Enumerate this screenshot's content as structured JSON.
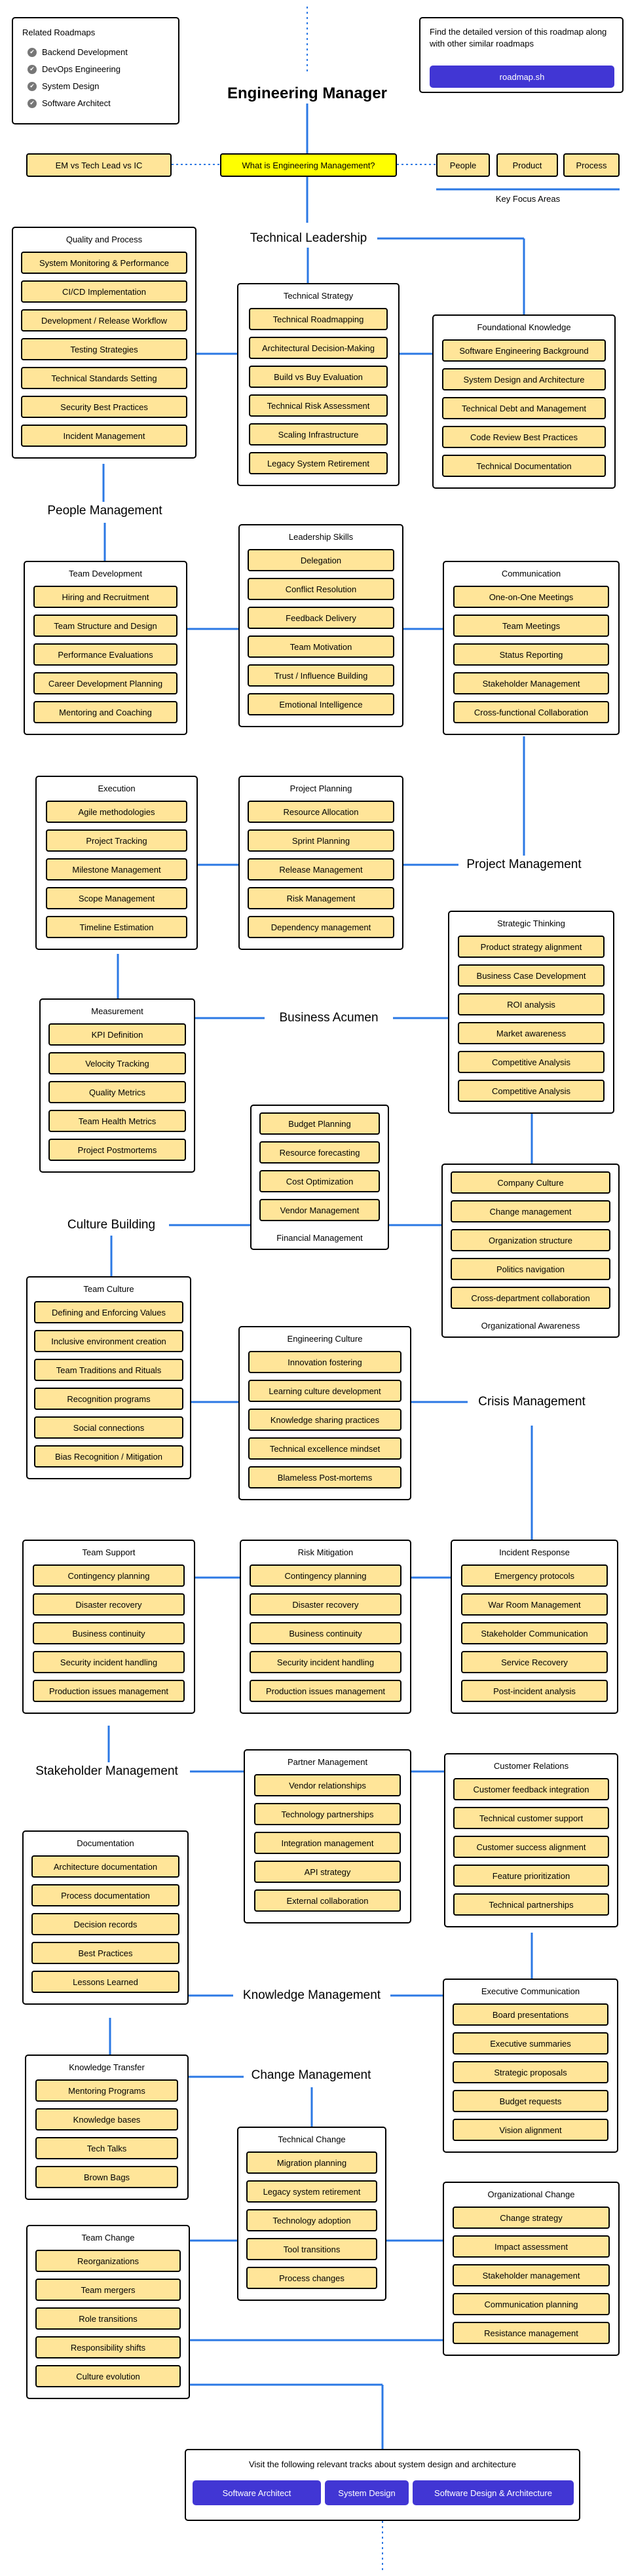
{
  "related_roadmaps": {
    "title": "Related Roadmaps",
    "items": [
      "Backend Development",
      "DevOps Engineering",
      "System Design",
      "Software Architect"
    ]
  },
  "detailed_card": {
    "text": "Find the detailed version of this roadmap along with other similar roadmaps",
    "button": "roadmap.sh"
  },
  "title": "Engineering Manager",
  "ic_topic": "EM vs Tech Lead vs IC",
  "what_topic": "What is Engineering Management?",
  "focus": {
    "items": [
      "People",
      "Product",
      "Process"
    ],
    "label": "Key Focus Areas"
  },
  "topics": {
    "technical_leadership": "Technical Leadership",
    "people_management": "People Management",
    "project_management": "Project Management",
    "business_acumen": "Business Acumen",
    "culture_building": "Culture Building",
    "crisis_management": "Crisis Management",
    "stakeholder_management": "Stakeholder Management",
    "knowledge_management": "Knowledge Management",
    "change_management": "Change Management"
  },
  "groups": {
    "quality_process": {
      "title": "Quality and Process",
      "items": [
        "System Monitoring & Performance",
        "CI/CD Implementation",
        "Development / Release Workflow",
        "Testing Strategies",
        "Technical Standards Setting",
        "Security Best Practices",
        "Incident Management"
      ]
    },
    "technical_strategy": {
      "title": "Technical Strategy",
      "items": [
        "Technical Roadmapping",
        "Architectural Decision-Making",
        "Build vs Buy Evaluation",
        "Technical Risk Assessment",
        "Scaling Infrastructure",
        "Legacy System Retirement"
      ]
    },
    "foundational_knowledge": {
      "title": "Foundational Knowledge",
      "items": [
        "Software Engineering Background",
        "System Design and Architecture",
        "Technical Debt and Management",
        "Code Review Best Practices",
        "Technical Documentation"
      ]
    },
    "team_development": {
      "title": "Team Development",
      "items": [
        "Hiring and Recruitment",
        "Team Structure and Design",
        "Performance Evaluations",
        "Career Development Planning",
        "Mentoring and Coaching"
      ]
    },
    "leadership_skills": {
      "title": "Leadership Skills",
      "items": [
        "Delegation",
        "Conflict Resolution",
        "Feedback Delivery",
        "Team Motivation",
        "Trust / Influence Building",
        "Emotional Intelligence"
      ]
    },
    "communication": {
      "title": "Communication",
      "items": [
        "One-on-One Meetings",
        "Team Meetings",
        "Status Reporting",
        "Stakeholder Management",
        "Cross-functional Collaboration"
      ]
    },
    "execution": {
      "title": "Execution",
      "items": [
        "Agile methodologies",
        "Project Tracking",
        "Milestone Management",
        "Scope Management",
        "Timeline Estimation"
      ]
    },
    "project_planning": {
      "title": "Project Planning",
      "items": [
        "Resource Allocation",
        "Sprint Planning",
        "Release Management",
        "Risk Management",
        "Dependency management"
      ]
    },
    "strategic_thinking": {
      "title": "Strategic Thinking",
      "items": [
        "Product strategy alignment",
        "Business Case Development",
        "ROI analysis",
        "Market awareness",
        "Competitive Analysis",
        "Competitive Analysis"
      ]
    },
    "measurement": {
      "title": "Measurement",
      "items": [
        "KPI Definition",
        "Velocity Tracking",
        "Quality Metrics",
        "Team Health Metrics",
        "Project Postmortems"
      ]
    },
    "financial_management": {
      "title": "Financial Management",
      "items": [
        "Budget Planning",
        "Resource forecasting",
        "Cost Optimization",
        "Vendor Management"
      ]
    },
    "organizational_awareness": {
      "title": "Organizational Awareness",
      "items": [
        "Company Culture",
        "Change management",
        "Organization structure",
        "Politics navigation",
        "Cross-department collaboration"
      ]
    },
    "team_culture": {
      "title": "Team Culture",
      "items": [
        "Defining and Enforcing Values",
        "Inclusive environment creation",
        "Team Traditions and Rituals",
        "Recognition programs",
        "Social connections",
        "Bias Recognition / Mitigation"
      ]
    },
    "engineering_culture": {
      "title": "Engineering Culture",
      "items": [
        "Innovation fostering",
        "Learning culture development",
        "Knowledge sharing practices",
        "Technical excellence mindset",
        "Blameless Post-mortems"
      ]
    },
    "team_support": {
      "title": "Team Support",
      "items": [
        "Contingency planning",
        "Disaster recovery",
        "Business continuity",
        "Security incident handling",
        "Production issues management"
      ]
    },
    "risk_mitigation": {
      "title": "Risk Mitigation",
      "items": [
        "Contingency planning",
        "Disaster recovery",
        "Business continuity",
        "Security incident handling",
        "Production issues management"
      ]
    },
    "incident_response": {
      "title": "Incident Response",
      "items": [
        "Emergency protocols",
        "War Room Management",
        "Stakeholder Communication",
        "Service Recovery",
        "Post-incident analysis"
      ]
    },
    "partner_management": {
      "title": "Partner Management",
      "items": [
        "Vendor relationships",
        "Technology partnerships",
        "Integration management",
        "API strategy",
        "External collaboration"
      ]
    },
    "customer_relations": {
      "title": "Customer Relations",
      "items": [
        "Customer feedback integration",
        "Technical customer support",
        "Customer success alignment",
        "Feature prioritization",
        "Technical partnerships"
      ]
    },
    "documentation": {
      "title": "Documentation",
      "items": [
        "Architecture documentation",
        "Process documentation",
        "Decision records",
        "Best Practices",
        "Lessons Learned"
      ]
    },
    "executive_communication": {
      "title": "Executive Communication",
      "items": [
        "Board presentations",
        "Executive summaries",
        "Strategic proposals",
        "Budget requests",
        "Vision alignment"
      ]
    },
    "knowledge_transfer": {
      "title": "Knowledge Transfer",
      "items": [
        "Mentoring Programs",
        "Knowledge bases",
        "Tech Talks",
        "Brown Bags"
      ]
    },
    "technical_change": {
      "title": "Technical Change",
      "items": [
        "Migration planning",
        "Legacy system retirement",
        "Technology adoption",
        "Tool transitions",
        "Process changes"
      ]
    },
    "organizational_change": {
      "title": "Organizational Change",
      "items": [
        "Change strategy",
        "Impact assessment",
        "Stakeholder management",
        "Communication planning",
        "Resistance management"
      ]
    },
    "team_change": {
      "title": "Team Change",
      "items": [
        "Reorganizations",
        "Team mergers",
        "Role transitions",
        "Responsibility shifts",
        "Culture evolution"
      ]
    }
  },
  "footer": {
    "text": "Visit the following relevant tracks about system design and architecture",
    "buttons": [
      "Software Architect",
      "System Design",
      "Software Design & Architecture"
    ]
  }
}
